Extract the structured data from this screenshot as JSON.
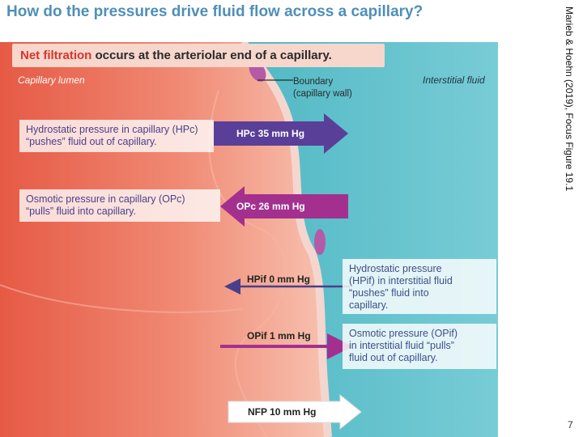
{
  "title": "How do the pressures drive fluid flow across a capillary?",
  "banner": {
    "highlight": "Net filtration",
    "text": "occurs at the arteriolar end of a capillary."
  },
  "regions": {
    "left": "Capillary lumen",
    "right": "Interstitial fluid"
  },
  "boundary_label": [
    "Boundary",
    "(capillary wall)"
  ],
  "pressures": [
    {
      "arrow_label": "HPc  35 mm Hg",
      "description": [
        "Hydrostatic pressure in capillary (HPc)",
        "“pushes” fluid out of capillary."
      ],
      "direction": "out",
      "color": "#5a3f98"
    },
    {
      "arrow_label": "OPc  26 mm Hg",
      "description": [
        "Osmotic pressure in capillary (OPc)",
        "“pulls” fluid into capillary."
      ],
      "direction": "in",
      "color": "#a3308e"
    },
    {
      "arrow_label": "HPif  0 mm Hg",
      "description": [
        "Hydrostatic pressure",
        "(HPif) in interstitial fluid",
        "“pushes” fluid into",
        "capillary."
      ],
      "direction": "in",
      "color": "#4a3f8a"
    },
    {
      "arrow_label": "OPif  1 mm Hg",
      "description": [
        "Osmotic pressure (OPif)",
        "in interstitial fluid “pulls”",
        "fluid out of capillary."
      ],
      "direction": "out",
      "color": "#a3308e"
    },
    {
      "arrow_label": "NFP  10 mm Hg",
      "direction": "out",
      "color": "#ffffff"
    }
  ],
  "side_caption": "Marieb & Hoehn (2019), Focus Figure 19.1",
  "page_number": "7"
}
